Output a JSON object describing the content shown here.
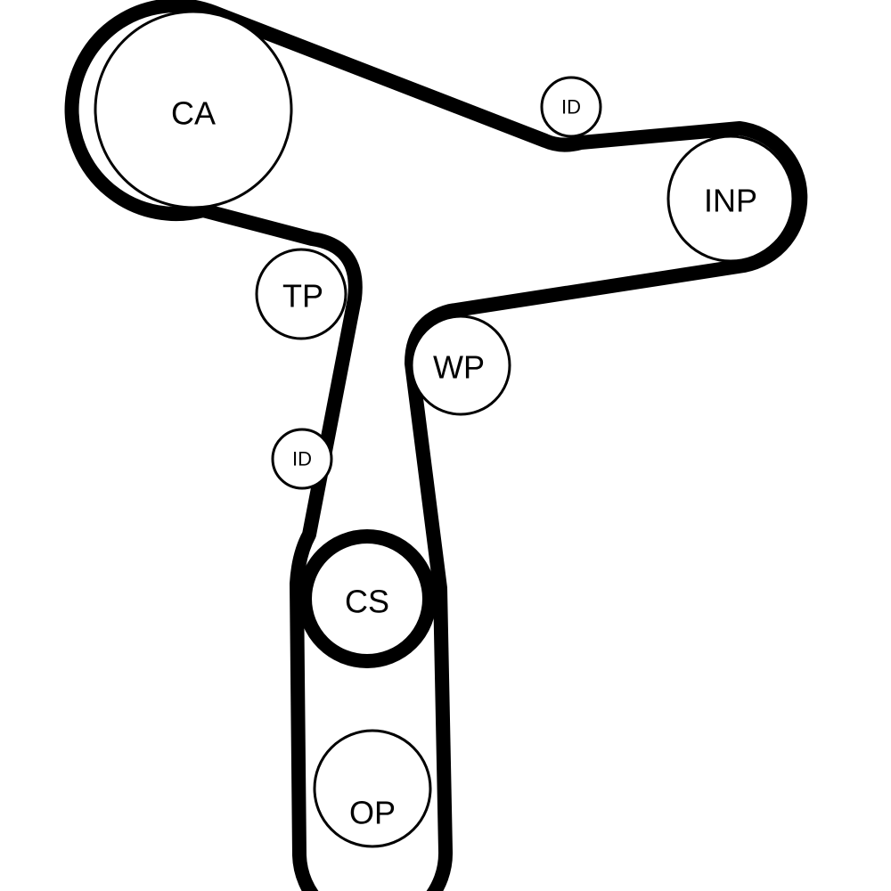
{
  "diagram": {
    "pulleys": {
      "ca": "CA",
      "id_top": "ID",
      "inp": "INP",
      "tp": "TP",
      "wp": "WP",
      "id_lower": "ID",
      "cs": "CS",
      "op": "OP"
    },
    "colors": {
      "belt": "#000000",
      "background": "#ffffff"
    }
  }
}
